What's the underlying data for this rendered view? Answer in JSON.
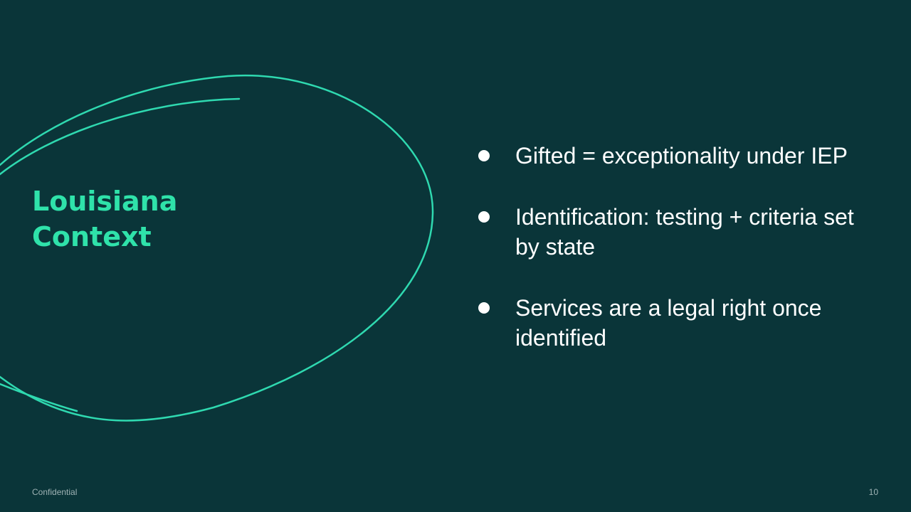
{
  "slide": {
    "title_line1": "Louisiana",
    "title_line2": "Context",
    "bullets": [
      {
        "text": "Gifted = exceptionality under IEP"
      },
      {
        "text": "Identification: testing + criteria set by state"
      },
      {
        "text": "Services are a legal right once identified"
      }
    ],
    "footer_left": "Confidential",
    "page_number": "10"
  },
  "colors": {
    "background": "#0a3539",
    "accent": "#2fe2aa",
    "text": "#ffffff",
    "footer_text": "#9fb3b5"
  },
  "icons": {
    "bullet": "filled-circle",
    "decoration": "hand-drawn-oval-scribble"
  }
}
